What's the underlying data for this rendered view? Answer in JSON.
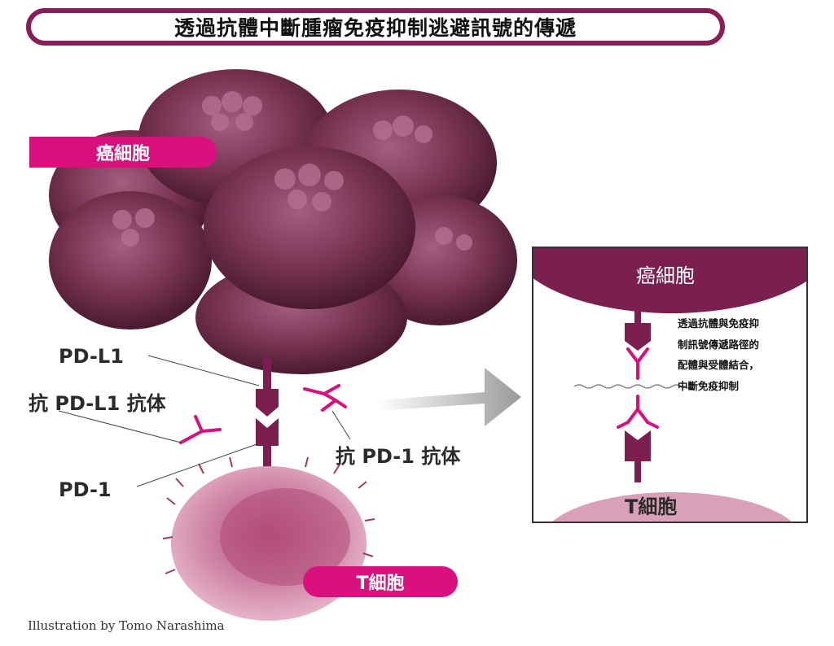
{
  "title": "透過抗體中斷腫瘤免疫抑制逃避訊號的傳遞",
  "labels": {
    "cancer_cell": "癌細胞",
    "t_cell": "T細胞",
    "pd_l1": "PD-L1",
    "anti_pd_l1": "抗 PD-L1 抗体",
    "pd_1": "PD-1",
    "anti_pd_1": "抗 PD-1 抗体"
  },
  "inset": {
    "cancer_cell": "癌細胞",
    "t_cell": "T細胞",
    "note_lines": [
      "透過抗體與免疫抑",
      "制訊號傳遞路徑的",
      "配體與受體結合，",
      "中斷免疫抑制"
    ]
  },
  "credit": "Illustration by Tomo Narashima",
  "colors": {
    "accent": "#d9117e",
    "dark_magenta": "#7a1f50",
    "cell": "#7a3553",
    "tcell": "#c46b93"
  }
}
